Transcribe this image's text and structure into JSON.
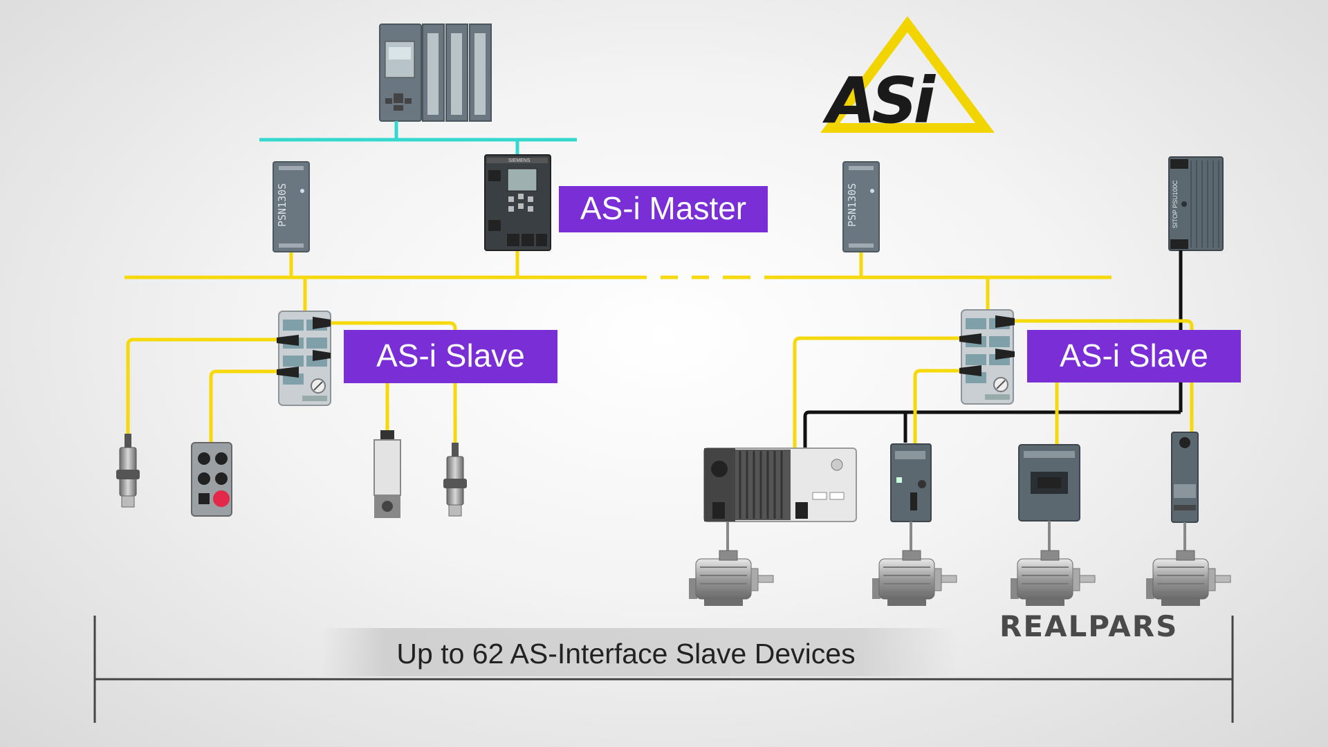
{
  "labels": {
    "master": "AS-i Master",
    "slave_left": "AS-i Slave",
    "slave_right": "AS-i Slave"
  },
  "caption": "Up to 62 AS-Interface Slave Devices",
  "logo": {
    "text": "ASi",
    "colors": {
      "triangle": "#f2d400",
      "letters": "#1a1a1a"
    }
  },
  "brand": "REALPARS",
  "device_text": {
    "psu_left": "PSN130S",
    "psu_right": "PSN130S",
    "sitop": "SITOP PSU100C",
    "maker": "SIEMENS"
  },
  "colors": {
    "asi_cable": "#f5d90a",
    "profinet": "#35d8cf",
    "power_cable": "#111111",
    "label_bg": "#7a2fd6",
    "device_gray": "#5c6870",
    "device_dark": "#3a3f44"
  },
  "icons": [
    "plc-icon",
    "power-supply-icon",
    "asi-master-module-icon",
    "asi-slave-module-icon",
    "proximity-sensor-icon",
    "push-button-box-icon",
    "limit-switch-icon",
    "frequency-converter-icon",
    "motor-starter-icon",
    "contactor-icon",
    "motor-icon"
  ]
}
